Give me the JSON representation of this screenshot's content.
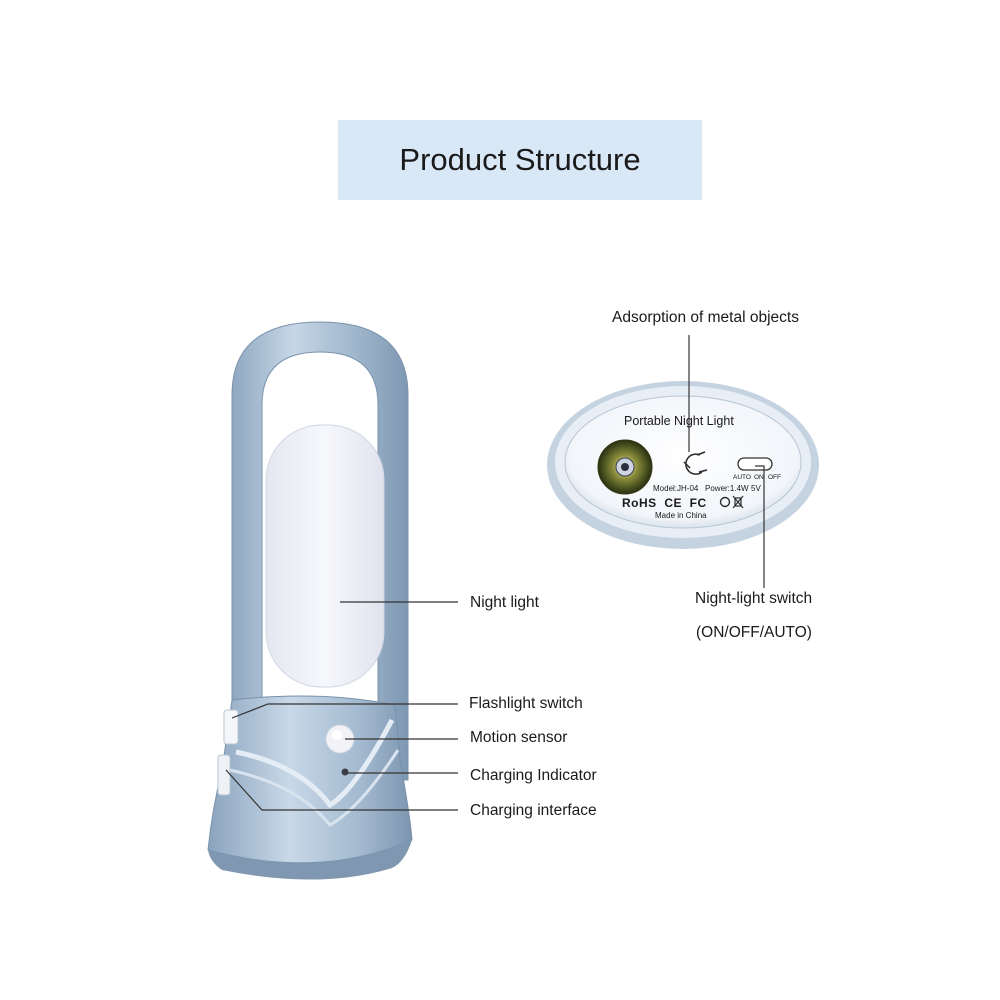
{
  "title": "Product Structure",
  "labels": {
    "night_light": "Night light",
    "flashlight_switch": "Flashlight switch",
    "motion_sensor": "Motion sensor",
    "charging_indicator": "Charging Indicator",
    "charging_interface": "Charging interface",
    "adsorption": "Adsorption of metal objects",
    "nightlight_switch": "Night-light switch",
    "switch_modes": "(ON/OFF/AUTO)"
  },
  "base_label": {
    "product_name": "Portable Night Light",
    "model": "Model:JH-04",
    "power": "Power:1.4W",
    "voltage": "5V",
    "certs": "RoHS  CE  FC",
    "made_in": "Made in China",
    "auto": "AUTO",
    "on": "ON",
    "off": "OFF"
  },
  "colors": {
    "title_bg": "#d9e8f7",
    "device_body": "#9fb6cc",
    "lamp_panel": "#eef0f6"
  },
  "icons": {
    "magnet": "magnet-icon",
    "recycle": "recycle-icon",
    "trash": "crossed-bin-icon"
  }
}
